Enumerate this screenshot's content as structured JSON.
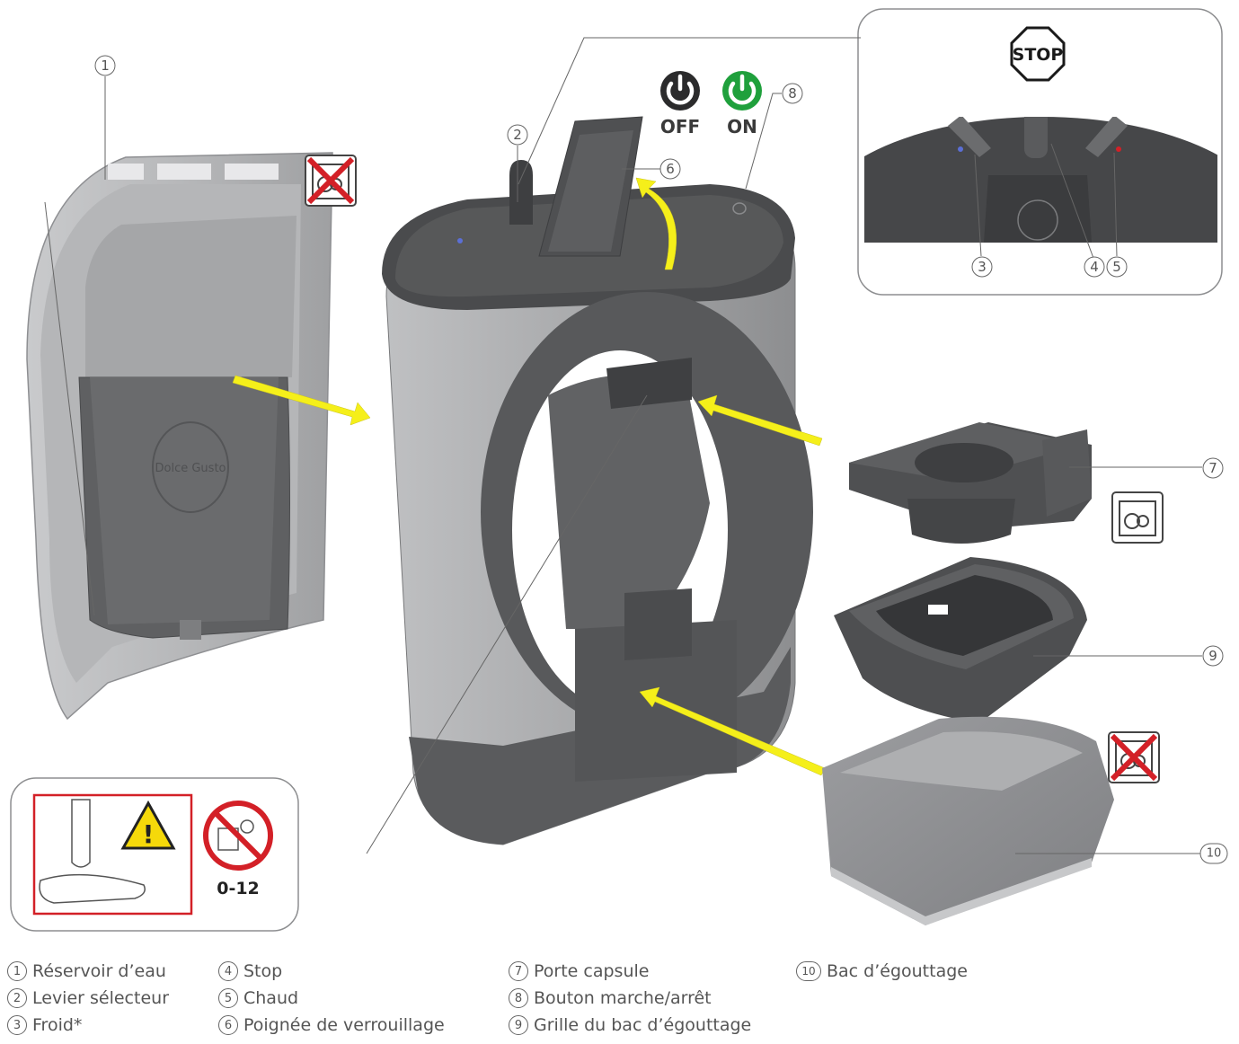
{
  "power": {
    "off_label": "OFF",
    "on_label": "ON"
  },
  "stop_sign": "STOP",
  "brand_mark": "Dolce Gusto",
  "age_warning": "0-12",
  "callout_numbers": [
    "1",
    "2",
    "3",
    "4",
    "5",
    "6",
    "7",
    "8",
    "9",
    "10"
  ],
  "legend": [
    {
      "num": "1",
      "text": "Réservoir d’eau"
    },
    {
      "num": "2",
      "text": "Levier sélecteur"
    },
    {
      "num": "3",
      "text": "Froid*"
    },
    {
      "num": "4",
      "text": "Stop"
    },
    {
      "num": "5",
      "text": "Chaud"
    },
    {
      "num": "6",
      "text": "Poignée de verrouillage"
    },
    {
      "num": "7",
      "text": "Porte capsule"
    },
    {
      "num": "8",
      "text": "Bouton marche/arrêt"
    },
    {
      "num": "9",
      "text": "Grille du bac d’égouttage"
    },
    {
      "num": "10",
      "text": "Bac d’égouttage"
    }
  ],
  "colors": {
    "arrow": "#f5ef1a",
    "dark_part": "#4d4d4f",
    "light_body": "#a3a4a6",
    "power_green": "#1fa03c",
    "warning_red": "#d32027"
  }
}
